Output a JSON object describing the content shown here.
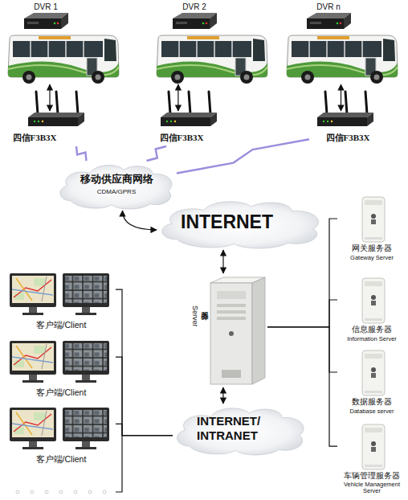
{
  "diagram": {
    "nodes": [
      {
        "text": [
          "DVR 1"
        ]
      },
      {
        "text": [
          "DVR 2"
        ]
      },
      {
        "text": [
          "DVR n"
        ]
      },
      {
        "text": [
          "四信F3B3X"
        ]
      },
      {
        "text": [
          "四信F3B3X"
        ]
      },
      {
        "text": [
          "四信F3B3X"
        ]
      },
      {
        "text": [
          "移动供应商网络",
          "CDMA/GPRS"
        ]
      },
      {
        "text": [
          "INTERNET"
        ]
      },
      {
        "text": [
          "服务器",
          "Server"
        ]
      },
      {
        "text": [
          "网关服务器",
          "Gateway Server"
        ]
      },
      {
        "text": [
          "信息服务器",
          "Information Server"
        ]
      },
      {
        "text": [
          "数据服务器",
          "Database server"
        ]
      },
      {
        "text": [
          "车辆管理服务器",
          "Vehicle Management Server"
        ]
      },
      {
        "text": [
          "INTERNET/ INTRANET"
        ]
      },
      {
        "text": [
          "客户端/Client"
        ]
      },
      {
        "text": [
          "客户端/Client"
        ]
      },
      {
        "text": [
          "客户端/Client"
        ]
      }
    ],
    "edges": [
      {
        "from": 0,
        "to": 3,
        "arrow": "both"
      },
      {
        "from": 1,
        "to": 4,
        "arrow": "both"
      },
      {
        "from": 2,
        "to": 5,
        "arrow": "both"
      },
      {
        "from": 3,
        "to": 6,
        "arrow": "none"
      },
      {
        "from": 4,
        "to": 6,
        "arrow": "none"
      },
      {
        "from": 5,
        "to": 6,
        "arrow": "none"
      },
      {
        "from": 6,
        "to": 7,
        "arrow": "both"
      },
      {
        "from": 7,
        "to": 8,
        "arrow": "both"
      },
      {
        "from": 8,
        "to": 13,
        "arrow": "both"
      },
      {
        "from": 8,
        "to": 9,
        "arrow": "none"
      },
      {
        "from": 8,
        "to": 10,
        "arrow": "none"
      },
      {
        "from": 8,
        "to": 11,
        "arrow": "none"
      },
      {
        "from": 8,
        "to": 12,
        "arrow": "none"
      },
      {
        "from": 14,
        "to": 13,
        "arrow": "none"
      },
      {
        "from": 15,
        "to": 13,
        "arrow": "none"
      },
      {
        "from": 16,
        "to": 13,
        "arrow": "none"
      }
    ]
  }
}
